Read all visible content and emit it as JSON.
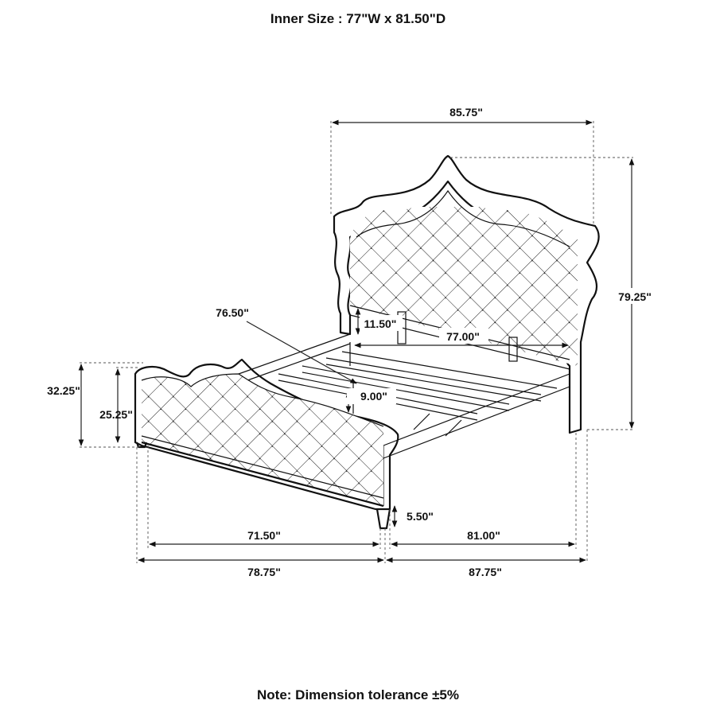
{
  "header": {
    "title": "Inner Size : 77\"W x 81.50\"D"
  },
  "footer": {
    "note": "Note: Dimension tolerance ±5%"
  },
  "dimensions": {
    "overall_width": "85.75\"",
    "headboard_height": "79.25\"",
    "diagonal": "76.50\"",
    "rail_to_headboard": "11.50\"",
    "inner_width": "77.00\"",
    "slat_gap": "9.00\"",
    "footboard_height": "32.25\"",
    "footboard_panel_height": "25.25\"",
    "clearance": "5.50\"",
    "front_inner": "71.50\"",
    "front_overall": "78.75\"",
    "side_inner": "81.00\"",
    "side_overall": "87.75\""
  }
}
